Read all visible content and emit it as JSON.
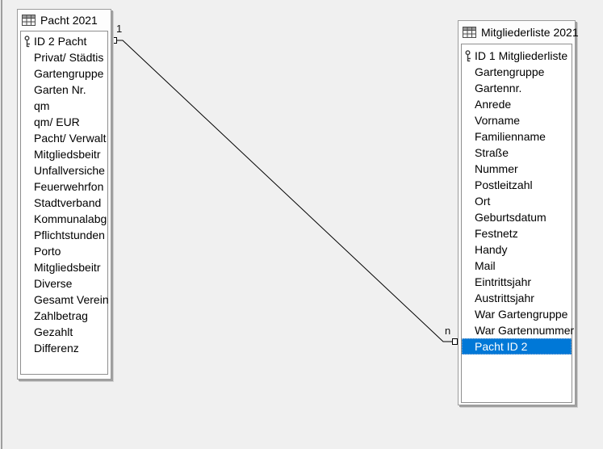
{
  "app": {
    "view": "relationship-design",
    "canvas_bg": "#f0f0f0"
  },
  "colors": {
    "selection_bg": "#0078d7",
    "selection_text": "#ffffff",
    "connector_line": "#000000"
  },
  "relationship": {
    "from_table": "Pacht 2021",
    "from_field": "ID 2 Pacht",
    "from_label": "1",
    "to_table": "Mitgliederliste 2021",
    "to_field": "Pacht ID 2",
    "to_label": "n"
  },
  "tables": [
    {
      "title": "Pacht 2021",
      "fields": [
        {
          "name": "ID 2 Pacht",
          "key": true,
          "selected": false
        },
        {
          "name": "Privat/ Städtis",
          "key": false,
          "selected": false
        },
        {
          "name": "Gartengruppe",
          "key": false,
          "selected": false
        },
        {
          "name": "Garten Nr.",
          "key": false,
          "selected": false
        },
        {
          "name": "qm",
          "key": false,
          "selected": false
        },
        {
          "name": "qm/ EUR",
          "key": false,
          "selected": false
        },
        {
          "name": "Pacht/ Verwalt",
          "key": false,
          "selected": false
        },
        {
          "name": "Mitgliedsbeitr",
          "key": false,
          "selected": false
        },
        {
          "name": "Unfallversiche",
          "key": false,
          "selected": false
        },
        {
          "name": "Feuerwehrfon",
          "key": false,
          "selected": false
        },
        {
          "name": "Stadtverband",
          "key": false,
          "selected": false
        },
        {
          "name": "Kommunalabg",
          "key": false,
          "selected": false
        },
        {
          "name": "Pflichtstunden",
          "key": false,
          "selected": false
        },
        {
          "name": "Porto",
          "key": false,
          "selected": false
        },
        {
          "name": "Mitgliedsbeitr",
          "key": false,
          "selected": false
        },
        {
          "name": "Diverse",
          "key": false,
          "selected": false
        },
        {
          "name": "Gesamt Verein",
          "key": false,
          "selected": false
        },
        {
          "name": "Zahlbetrag",
          "key": false,
          "selected": false
        },
        {
          "name": "Gezahlt",
          "key": false,
          "selected": false
        },
        {
          "name": "Differenz",
          "key": false,
          "selected": false
        }
      ]
    },
    {
      "title": "Mitgliederliste 2021",
      "fields": [
        {
          "name": "ID 1 Mitgliederliste",
          "key": true,
          "selected": false
        },
        {
          "name": "Gartengruppe",
          "key": false,
          "selected": false
        },
        {
          "name": "Gartennr.",
          "key": false,
          "selected": false
        },
        {
          "name": "Anrede",
          "key": false,
          "selected": false
        },
        {
          "name": "Vorname",
          "key": false,
          "selected": false
        },
        {
          "name": "Familienname",
          "key": false,
          "selected": false
        },
        {
          "name": "Straße",
          "key": false,
          "selected": false
        },
        {
          "name": "Nummer",
          "key": false,
          "selected": false
        },
        {
          "name": "Postleitzahl",
          "key": false,
          "selected": false
        },
        {
          "name": "Ort",
          "key": false,
          "selected": false
        },
        {
          "name": "Geburtsdatum",
          "key": false,
          "selected": false
        },
        {
          "name": "Festnetz",
          "key": false,
          "selected": false
        },
        {
          "name": "Handy",
          "key": false,
          "selected": false
        },
        {
          "name": "Mail",
          "key": false,
          "selected": false
        },
        {
          "name": "Eintrittsjahr",
          "key": false,
          "selected": false
        },
        {
          "name": "Austrittsjahr",
          "key": false,
          "selected": false
        },
        {
          "name": "War Gartengruppe",
          "key": false,
          "selected": false
        },
        {
          "name": "War Gartennummer",
          "key": false,
          "selected": false
        },
        {
          "name": "Pacht ID 2",
          "key": false,
          "selected": true
        }
      ]
    }
  ]
}
